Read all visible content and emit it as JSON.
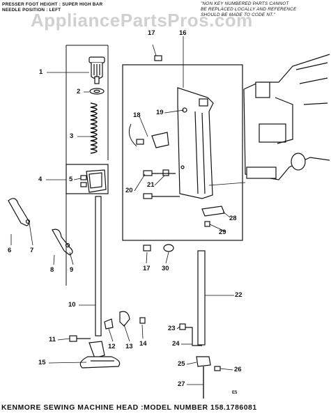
{
  "header": {
    "left_line1": "PRESSER FOOT HEIGHT : SUPER HIGH BAR",
    "left_line2": "NEEDLE POSITION : LEFT",
    "right_line1": "\"NON KEY NUMBERED PARTS CANNOT",
    "right_line2": "BE REPLACED LOCALLY AND REFERENCE",
    "right_line3": "SHOULD BE MADE TO CODE NT.\""
  },
  "watermark": "AppliancePartsPros.com",
  "footer": "KENMORE SEWING MACHINE HEAD :MODEL NUMBER 158.1786081",
  "diagram_code": "E5",
  "part_numbers": [
    "1",
    "2",
    "3",
    "4",
    "5",
    "6",
    "7",
    "8",
    "9",
    "10",
    "11",
    "12",
    "13",
    "14",
    "15",
    "16",
    "17",
    "17",
    "18",
    "19",
    "20",
    "21",
    "22",
    "23",
    "24",
    "25",
    "26",
    "27",
    "28",
    "29",
    "30"
  ]
}
